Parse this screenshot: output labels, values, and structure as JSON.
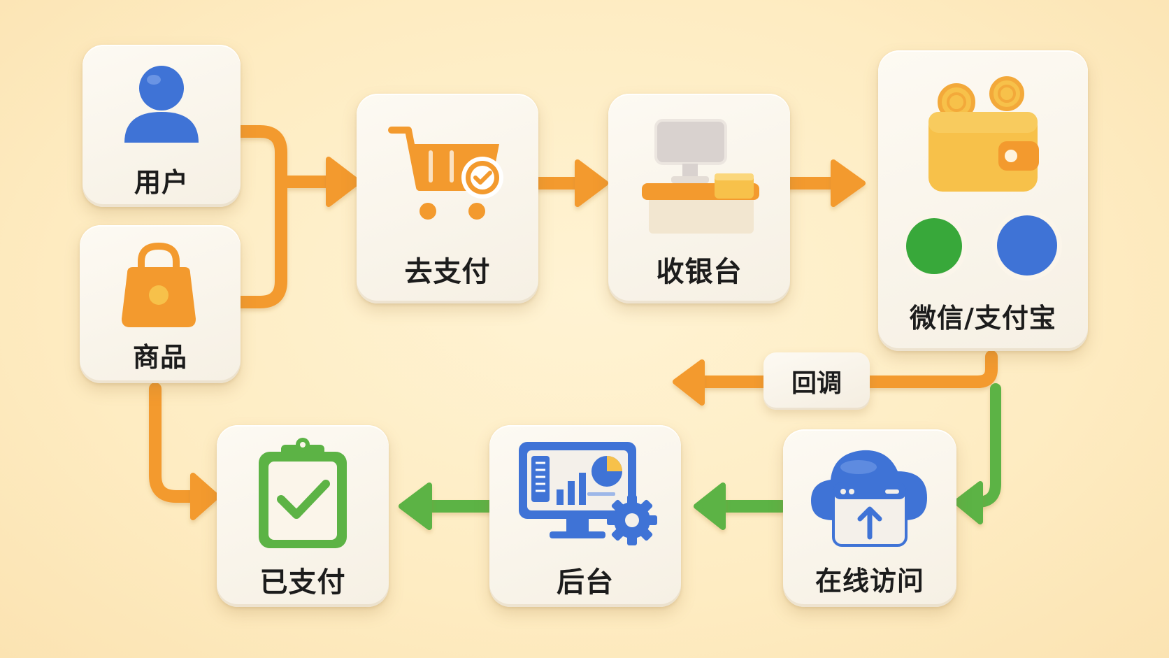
{
  "colors": {
    "orange": "#f39a2e",
    "green": "#5cb345",
    "blue": "#3f73d6",
    "yellow": "#f7c14a",
    "card": "#faf6ec",
    "background": "#feecc2"
  },
  "nodes": {
    "user": {
      "label": "用户",
      "icon": "user-icon"
    },
    "product": {
      "label": "商品",
      "icon": "shopping-bag-icon"
    },
    "go_pay": {
      "label": "去支付",
      "icon": "shopping-cart-check-icon"
    },
    "cashier": {
      "label": "收银台",
      "icon": "cashier-counter-icon"
    },
    "wallet": {
      "label": "微信/支付宝",
      "icon": "wallet-icon"
    },
    "online": {
      "label": "在线访问",
      "icon": "cloud-upload-icon"
    },
    "backend": {
      "label": "后台",
      "icon": "monitor-dashboard-gear-icon"
    },
    "paid": {
      "label": "已支付",
      "icon": "clipboard-check-icon"
    }
  },
  "edges": {
    "callback": {
      "label": "回调"
    }
  }
}
